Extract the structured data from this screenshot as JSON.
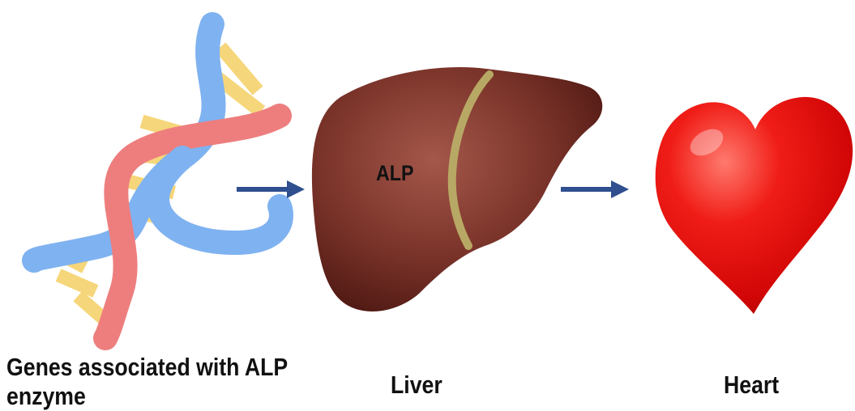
{
  "labels": {
    "genes": "Genes associated with ALP enzyme",
    "liver": "Liver",
    "heart": "Heart",
    "alp": "ALP"
  },
  "colors": {
    "dna_strand_blue": "#7fb2f0",
    "dna_strand_red": "#ee7e7e",
    "dna_rungs": "#f6d67a",
    "arrow": "#2f4f8f",
    "liver": "#6e2a22",
    "gallbladder_band": "#b8a865",
    "heart": "#e81414"
  },
  "icons": [
    "dna-icon",
    "liver-icon",
    "heart-icon",
    "arrow-right-icon"
  ]
}
